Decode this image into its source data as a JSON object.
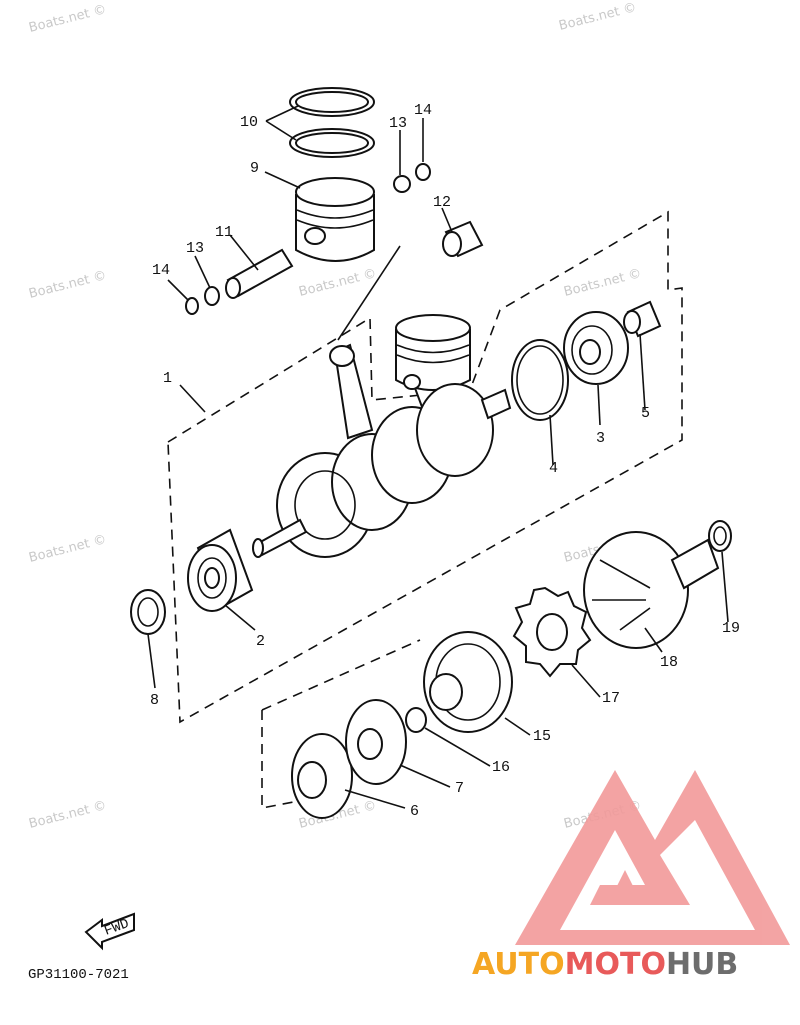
{
  "watermark": "Boats.net ©",
  "diagram": {
    "code": "GP31100-7021",
    "fwd_label": "FWD",
    "labels": {
      "p1": "1",
      "p2": "2",
      "p3": "3",
      "p4": "4",
      "p5": "5",
      "p6": "6",
      "p7": "7",
      "p8": "8",
      "p9": "9",
      "p10": "10",
      "p11": "11",
      "p12": "12",
      "p13a": "13",
      "p13b": "13",
      "p14a": "14",
      "p14b": "14",
      "p15": "15",
      "p16": "16",
      "p17": "17",
      "p18": "18",
      "p19": "19"
    }
  },
  "brand": {
    "part1": "AUTO",
    "part2": "MOTO",
    "part3": "HUB",
    "colors": {
      "orange": "#f5a623",
      "red": "#e85a5a",
      "gray": "#6d6d6d",
      "logo": "#f29a9a"
    }
  }
}
